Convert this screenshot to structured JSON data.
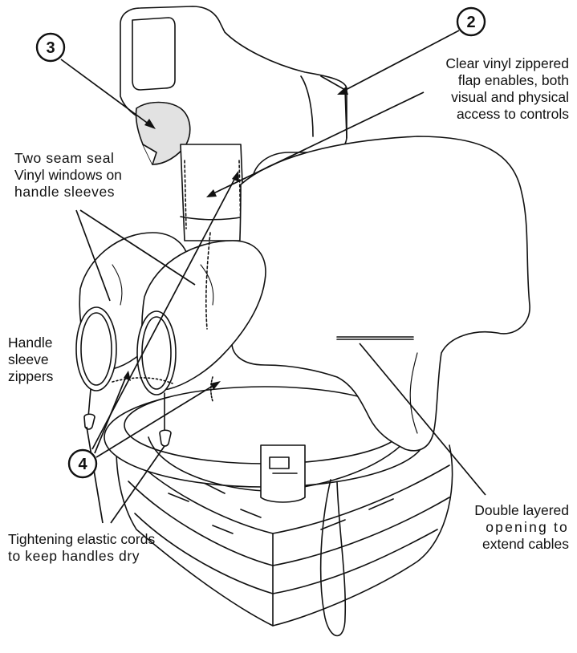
{
  "callouts": {
    "num2": "2",
    "num3": "3",
    "num4": "4"
  },
  "labels": {
    "clear_vinyl": [
      "Clear vinyl zippered",
      "flap enables, both",
      "visual and physical",
      "access to controls"
    ],
    "two_seam": [
      "Two seam seal",
      "Vinyl windows on",
      "handle sleeves"
    ],
    "handle_sleeve": [
      "Handle",
      "sleeve",
      "zippers"
    ],
    "double_layered": [
      "Double layered",
      "opening to",
      "extend cables"
    ],
    "tightening": [
      "Tightening elastic cords",
      "to keep handles dry"
    ]
  },
  "colors": {
    "ink": "#111111",
    "stipple": "#9a9a9a",
    "background": "#ffffff"
  }
}
